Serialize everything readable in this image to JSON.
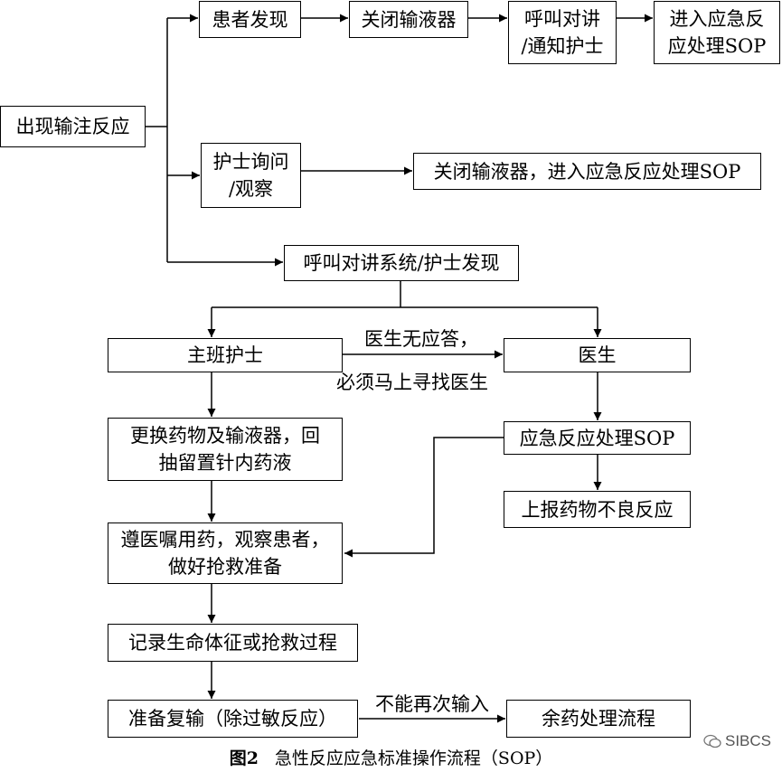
{
  "nodes": {
    "start": "出现输注反应",
    "patient_found": "患者发现",
    "close_device_1": "关闭输液器",
    "call_line1": "呼叫对讲",
    "call_line2": "/通知护士",
    "enter_sop_line1": "进入应急反",
    "enter_sop_line2": "应处理SOP",
    "nurse_ask_line1": "护士询问",
    "nurse_ask_line2": "/观察",
    "close_and_sop": "关闭输液器，进入应急反应处理SOP",
    "call_system": "呼叫对讲系统/护士发现",
    "duty_nurse": "主班护士",
    "doctor": "医生",
    "replace_line1": "更换药物及输液器，回",
    "replace_line2": "抽留置针内药液",
    "emergency_sop": "应急反应处理SOP",
    "report_adr": "上报药物不良反应",
    "follow_orders_line1": "遵医嘱用药，观察患者，",
    "follow_orders_line2": "做好抢救准备",
    "record_vitals": "记录生命体征或抢救过程",
    "prepare_reinfusion": "准备复输（除过敏反应）",
    "leftover_process": "余药处理流程"
  },
  "edge_labels": {
    "no_response_line1": "医生无应答，",
    "no_response_line2": "必须马上寻找医生",
    "cannot_reinfuse": "不能再次输入"
  },
  "caption": {
    "figure_no": "图2",
    "title": "急性反应应急标准操作流程（SOP）"
  },
  "watermark": "SIBCS"
}
